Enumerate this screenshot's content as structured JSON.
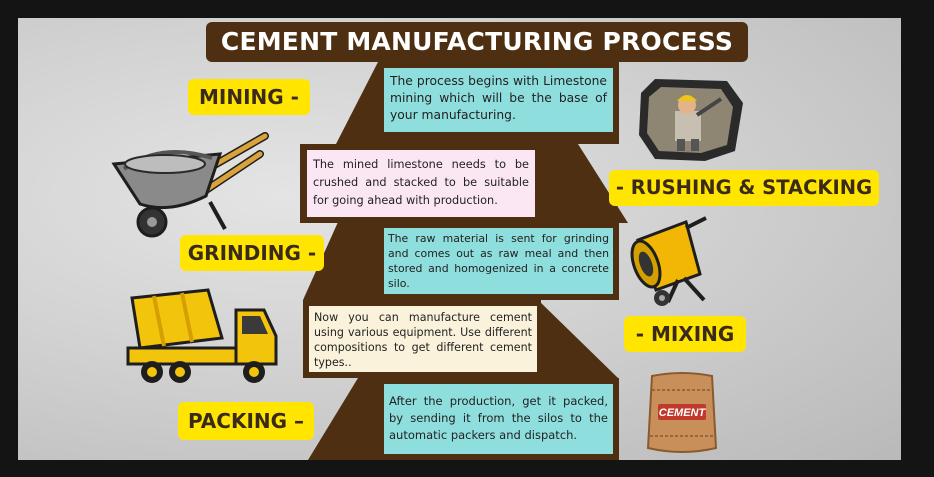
{
  "title": "CEMENT MANUFACTURING PROCESS",
  "steps": {
    "mining": {
      "label": "MINING -",
      "text": "The process begins with Limestone mining which will be the base of your manufacturing."
    },
    "crushing": {
      "label": "- RUSHING & STACKING",
      "text": "The mined limestone needs to be crushed and stacked to be suitable for going ahead with production."
    },
    "grinding": {
      "label": "GRINDING -",
      "text": "The raw material is sent for grinding and comes out as raw meal and then stored and homogenized in a concrete silo."
    },
    "mixing": {
      "label": "- MIXING",
      "text": "Now you can manufacture cement using various equipment. Use different compositions to get different cement types.."
    },
    "packing": {
      "label": "PACKING –",
      "text": "After the production, get it packed, by sending it from the silos to the automatic packers and dispatch."
    }
  },
  "icons": {
    "wheelbarrow": "wheelbarrow-icon",
    "miner": "miner-icon",
    "mixer": "cement-mixer-icon",
    "truck": "mixer-truck-icon",
    "bag": "cement-bag-icon",
    "bag_text": "CEMENT"
  },
  "colors": {
    "brown": "#4e2f12",
    "yellow": "#ffe500",
    "teal": "#8fdede",
    "pink": "#fbe7f3",
    "cream": "#fbf2dc"
  }
}
